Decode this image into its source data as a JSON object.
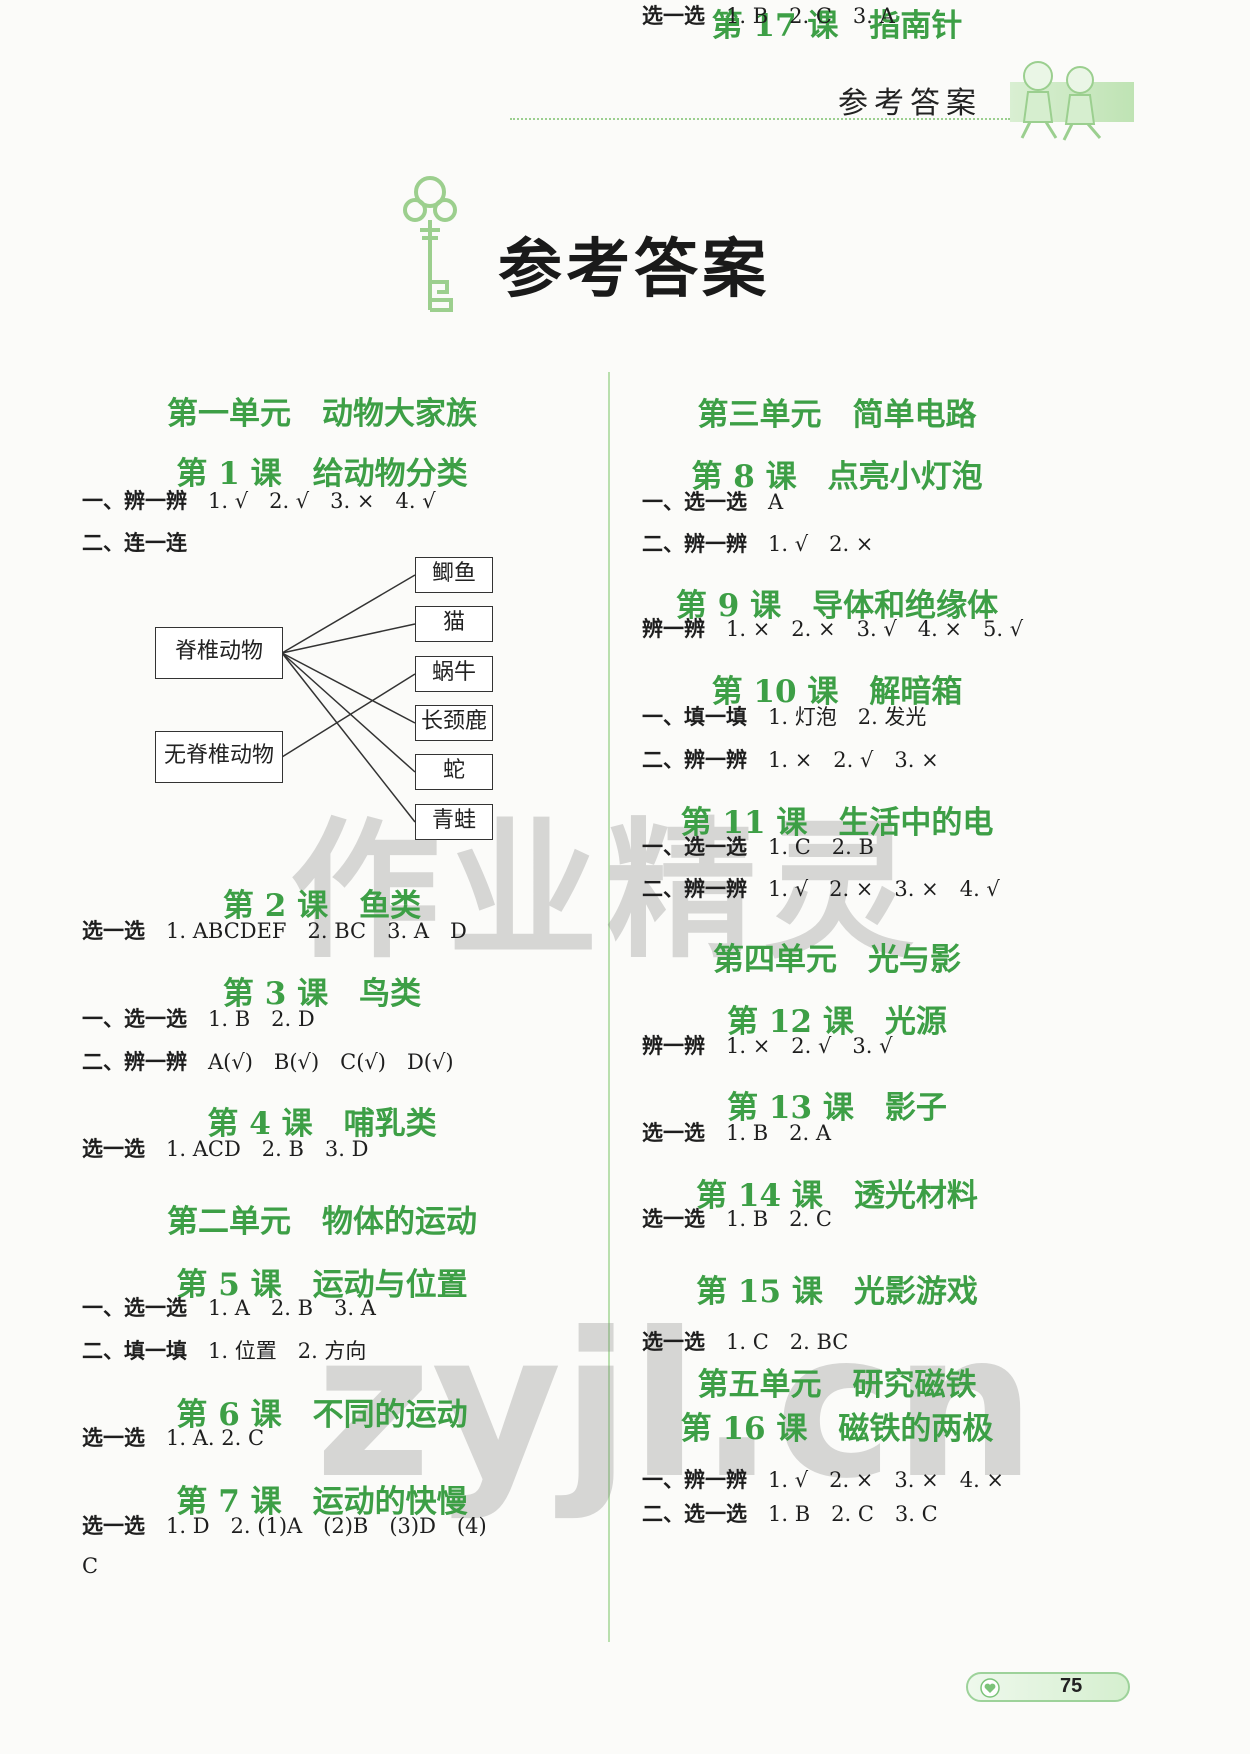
{
  "header": {
    "title": "参考答案"
  },
  "main_title": "参考答案",
  "diagram": {
    "left": [
      "脊椎动物",
      "无脊椎动物"
    ],
    "right": [
      "鲫鱼",
      "猫",
      "蜗牛",
      "长颈鹿",
      "蛇",
      "青蛙"
    ]
  },
  "left_col": [
    {
      "kind": "unit",
      "text": "第一单元　动物大家族"
    },
    {
      "kind": "lesson",
      "text": "第 1 课　给动物分类"
    },
    {
      "kind": "ans",
      "label": "一、辨一辨",
      "text": "1. √　2. √　3. ×　4. √"
    },
    {
      "kind": "ans",
      "label": "二、连一连",
      "text": ""
    },
    {
      "kind": "lesson",
      "text": "第 2 课　鱼类"
    },
    {
      "kind": "ans",
      "label": "选一选",
      "text": "1. ABCDEF　2. BC　3. A　D"
    },
    {
      "kind": "lesson",
      "text": "第 3 课　鸟类"
    },
    {
      "kind": "ans",
      "label": "一、选一选",
      "text": "1. B　2. D"
    },
    {
      "kind": "ans",
      "label": "二、辨一辨",
      "text": "A(√)　B(√)　C(√)　D(√)"
    },
    {
      "kind": "lesson",
      "text": "第 4 课　哺乳类"
    },
    {
      "kind": "ans",
      "label": "选一选",
      "text": "1. ACD　2. B　3. D"
    },
    {
      "kind": "unit",
      "text": "第二单元　物体的运动"
    },
    {
      "kind": "lesson",
      "text": "第 5 课　运动与位置"
    },
    {
      "kind": "ans",
      "label": "一、选一选",
      "text": "1. A　2. B　3. A"
    },
    {
      "kind": "ans",
      "label": "二、填一填",
      "text": "1. 位置　2. 方向"
    },
    {
      "kind": "lesson",
      "text": "第 6 课　不同的运动"
    },
    {
      "kind": "ans",
      "label": "选一选",
      "text": "1. A. 2. C"
    },
    {
      "kind": "lesson",
      "text": "第 7 课　运动的快慢"
    },
    {
      "kind": "ans",
      "label": "选一选",
      "text": "1. D　2. (1)A　(2)B　(3)D　(4)"
    },
    {
      "kind": "ans",
      "label": "",
      "text": "C"
    }
  ],
  "right_col": [
    {
      "kind": "unit",
      "text": "第三单元　简单电路"
    },
    {
      "kind": "lesson",
      "text": "第 8 课　点亮小灯泡"
    },
    {
      "kind": "ans",
      "label": "一、选一选",
      "text": "A"
    },
    {
      "kind": "ans",
      "label": "二、辨一辨",
      "text": "1. √　2. ×"
    },
    {
      "kind": "lesson",
      "text": "第 9 课　导体和绝缘体"
    },
    {
      "kind": "ans",
      "label": "辨一辨",
      "text": "1. ×　2. ×　3. √　4. ×　5. √"
    },
    {
      "kind": "lesson",
      "text": "第 10 课　解暗箱"
    },
    {
      "kind": "ans",
      "label": "一、填一填",
      "text": "1. 灯泡　2. 发光"
    },
    {
      "kind": "ans",
      "label": "二、辨一辨",
      "text": "1. ×　2. √　3. ×"
    },
    {
      "kind": "lesson",
      "text": "第 11 课　生活中的电"
    },
    {
      "kind": "ans",
      "label": "一、选一选",
      "text": "1. C　2. B"
    },
    {
      "kind": "ans",
      "label": "二、辨一辨",
      "text": "1. √　2. ×　3. ×　4. √"
    },
    {
      "kind": "unit",
      "text": "第四单元　光与影"
    },
    {
      "kind": "lesson",
      "text": "第 12 课　光源"
    },
    {
      "kind": "ans",
      "label": "辨一辨",
      "text": "1. ×　2. √　3. √"
    },
    {
      "kind": "lesson",
      "text": "第 13 课　影子"
    },
    {
      "kind": "ans",
      "label": "选一选",
      "text": "1. B　2. A"
    },
    {
      "kind": "lesson",
      "text": "第 14 课　透光材料"
    },
    {
      "kind": "ans",
      "label": "选一选",
      "text": "1. B　2. C"
    },
    {
      "kind": "lesson",
      "text": "第 15 课　光影游戏"
    },
    {
      "kind": "ans",
      "label": "选一选",
      "text": "1. C　2. BC"
    },
    {
      "kind": "unit",
      "text": "第五单元　研究磁铁"
    },
    {
      "kind": "lesson",
      "text": "第 16 课　磁铁的两极"
    },
    {
      "kind": "ans",
      "label": "一、辨一辨",
      "text": "1. √　2. ×　3. ×　4. ×"
    },
    {
      "kind": "ans",
      "label": "二、选一选",
      "text": "1. B　2. C　3. C"
    },
    {
      "kind": "lesson",
      "text": "第 17 课　指南针"
    },
    {
      "kind": "ans",
      "label": "选一选",
      "text": "1. B　2. C　3. A"
    }
  ],
  "watermark": {
    "line1": "作业精灵",
    "line2": "zyjl.cn"
  },
  "footer": {
    "page_number": "75"
  },
  "colors": {
    "heading_green": "#3d9f46",
    "divider_green": "#b9dfae"
  }
}
